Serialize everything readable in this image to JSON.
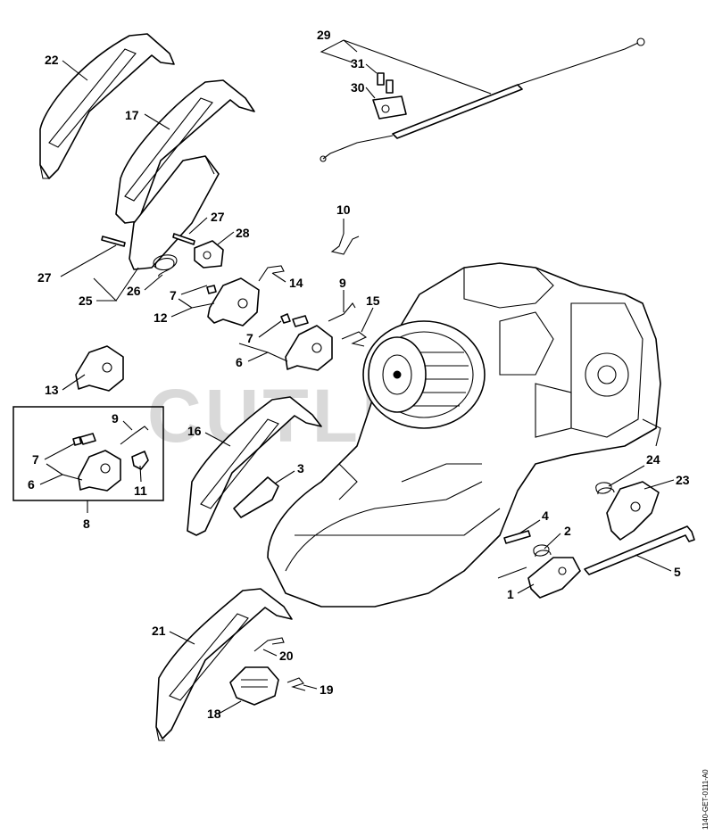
{
  "diagram": {
    "watermark": "CUTLERS",
    "document_code": "1140-GET-0111-A0",
    "callouts": {
      "c1": "1",
      "c2": "2",
      "c3": "3",
      "c4": "4",
      "c5": "5",
      "c6a": "6",
      "c6b": "6",
      "c7a": "7",
      "c7b": "7",
      "c7c": "7",
      "c8": "8",
      "c9a": "9",
      "c9b": "9",
      "c10": "10",
      "c11": "11",
      "c12": "12",
      "c13": "13",
      "c14": "14",
      "c15": "15",
      "c16": "16",
      "c17": "17",
      "c18": "18",
      "c19": "19",
      "c20": "20",
      "c21": "21",
      "c22": "22",
      "c23": "23",
      "c24": "24",
      "c25": "25",
      "c26": "26",
      "c27a": "27",
      "c27b": "27",
      "c28": "28",
      "c29": "29",
      "c30": "30",
      "c31": "31"
    }
  }
}
